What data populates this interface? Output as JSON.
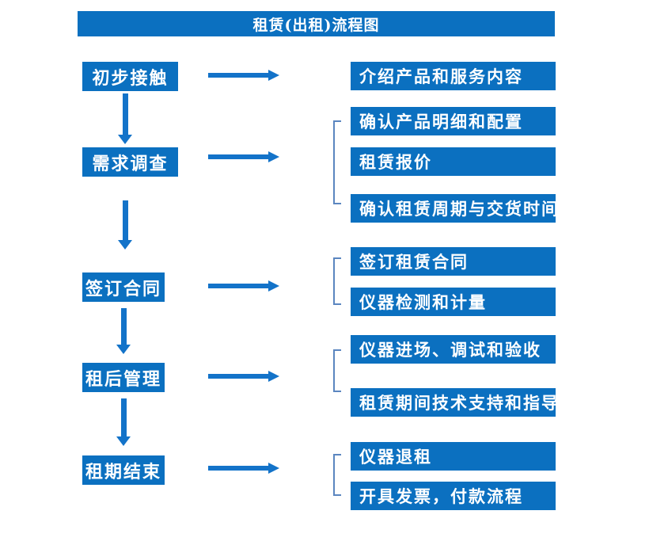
{
  "title": "租赁(出租)流程图",
  "colors": {
    "box_blue": "#0b70c0",
    "arrow_blue": "#1373c9",
    "bracket_blue": "#5b86c0",
    "text_white": "#ffffff",
    "background": "#ffffff"
  },
  "flow": {
    "steps": [
      {
        "label": "初步接触",
        "details": [
          "介绍产品和服务内容"
        ]
      },
      {
        "label": "需求调查",
        "details": [
          "确认产品明细和配置",
          "租赁报价",
          "确认租赁周期与交货时间"
        ]
      },
      {
        "label": "签订合同",
        "details": [
          "签订租赁合同",
          "仪器检测和计量"
        ]
      },
      {
        "label": "租后管理",
        "details": [
          "仪器进场、调试和验收",
          "租赁期间技术支持和指导"
        ]
      },
      {
        "label": "租期结束",
        "details": [
          "仪器退租",
          "开具发票，付款流程"
        ]
      }
    ]
  }
}
